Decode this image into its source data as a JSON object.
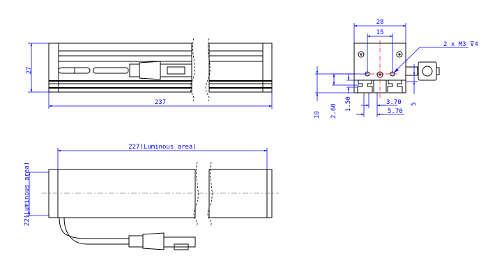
{
  "dimensions": {
    "top_view": {
      "height": "27",
      "length": "237"
    },
    "bottom_view": {
      "luminous_length": "227(Luminous area)",
      "luminous_width": "22(Luminous area)"
    },
    "side_view": {
      "width": "28",
      "hole_spacing": "15",
      "thread_note": "2 x M3 ⊽4",
      "height_10": "10",
      "height_260": "2.60",
      "height_150": "1.50",
      "slot_370": "3.70",
      "slot_570": "5.70",
      "connector_5": "5"
    }
  },
  "colors": {
    "dimension": "#0000ff",
    "centerline": "#ff0000",
    "outline": "#000000"
  }
}
